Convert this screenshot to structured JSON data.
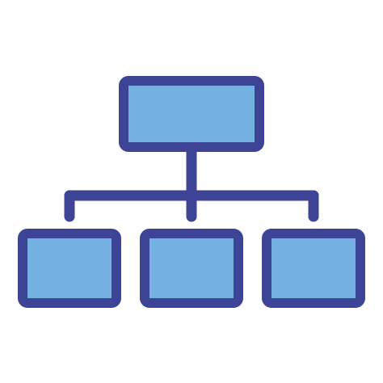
{
  "diagram": {
    "icon_name": "hierarchy-org-chart-icon",
    "structure": {
      "top_node": "root",
      "children": [
        "child-left",
        "child-middle",
        "child-right"
      ]
    },
    "colors": {
      "stroke": "#3d4496",
      "fill": "#73b1e2",
      "background": "#ffffff"
    }
  }
}
